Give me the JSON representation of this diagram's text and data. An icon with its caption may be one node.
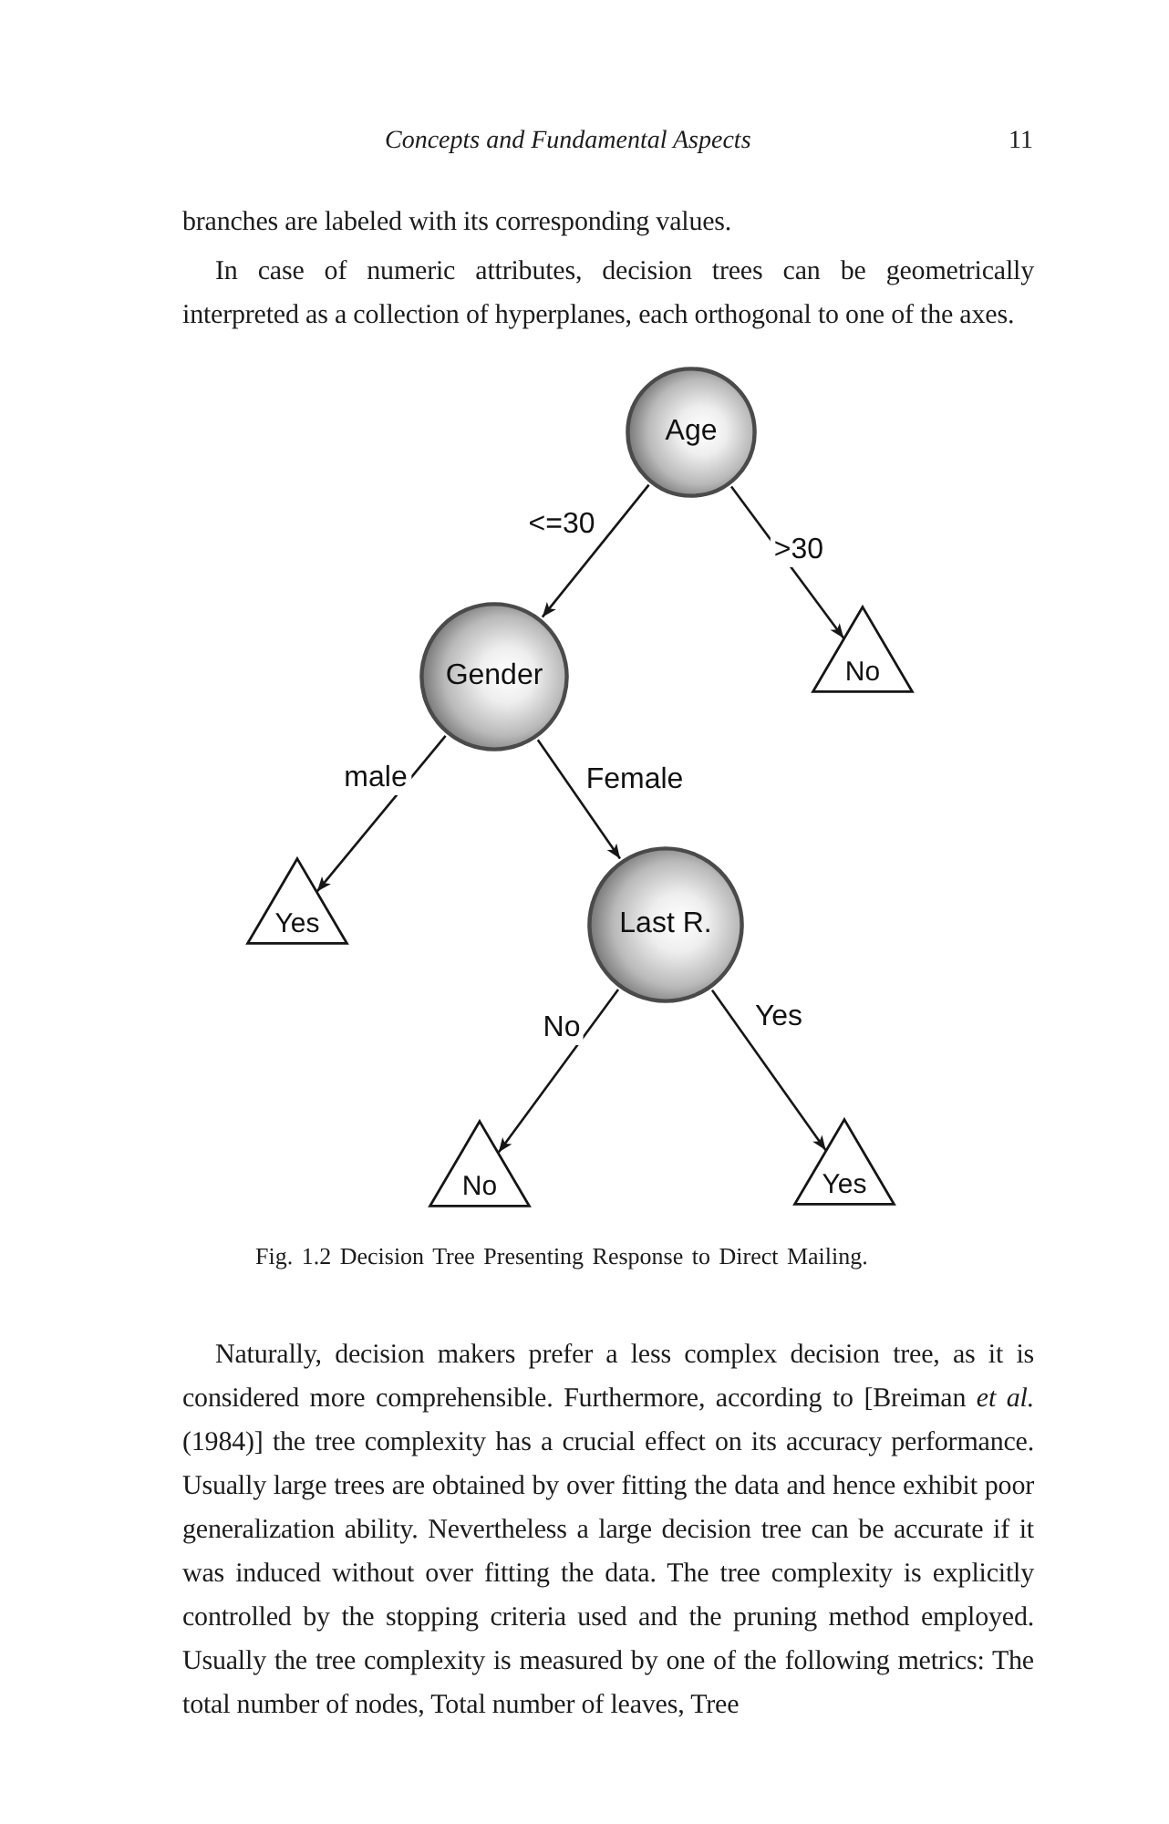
{
  "diagram": {
    "caption": "Fig. 1.2 Decision Tree Presenting Response to Direct Mailing.",
    "nodes": [
      {
        "text": [
          "Age"
        ]
      },
      {
        "text": [
          "Gender"
        ]
      },
      {
        "text": [
          "No"
        ]
      },
      {
        "text": [
          "Yes"
        ]
      },
      {
        "text": [
          "Last R."
        ]
      },
      {
        "text": [
          "No"
        ]
      },
      {
        "text": [
          "Yes"
        ]
      }
    ],
    "edges": [
      {
        "from": 0,
        "to": 1,
        "arrow": "to",
        "label": "<=30"
      },
      {
        "from": 0,
        "to": 2,
        "arrow": "to",
        "label": ">30"
      },
      {
        "from": 1,
        "to": 3,
        "arrow": "to",
        "label": "male"
      },
      {
        "from": 1,
        "to": 4,
        "arrow": "to",
        "label": "Female"
      },
      {
        "from": 4,
        "to": 5,
        "arrow": "to",
        "label": "No"
      },
      {
        "from": 4,
        "to": 6,
        "arrow": "to",
        "label": "Yes"
      }
    ],
    "labels": [
      "Concepts and Fundamental Aspects",
      "11",
      "branches are labeled with its corresponding values.",
      "In case of numeric attributes, decision trees can be geometrically interpreted as a collection of hyperplanes, each orthogonal to one of the axes.",
      "Naturally, decision makers prefer a less complex decision tree, as it is considered more comprehensible. Furthermore, according to [Breiman *et al.* (1984)] the tree complexity has a crucial effect on its accuracy performance. Usually large trees are obtained by over fitting the data and hence exhibit poor generalization ability. Nevertheless a large decision tree can be accurate if it was induced without over fitting the data. The tree complexity is explicitly controlled by the stopping criteria used and the pruning method employed. Usually the tree complexity is measured by one of the following metrics: The total number of nodes, Total number of leaves, Tree"
    ]
  }
}
